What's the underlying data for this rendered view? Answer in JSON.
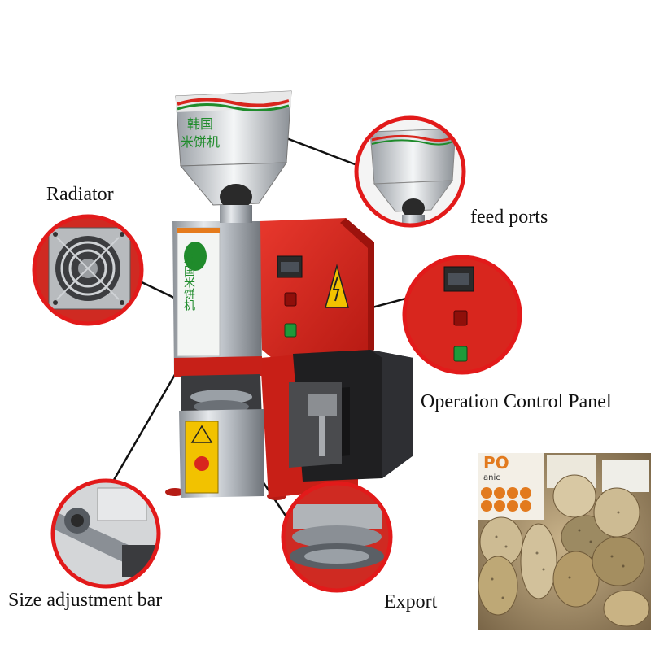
{
  "labels": {
    "radiator": "Radiator",
    "feed_ports": "feed ports",
    "operation_control_panel": "Operation Control Panel",
    "size_adjustment_bar": "Size adjustment bar",
    "export": "Export"
  },
  "machine": {
    "hopper_text_line1": "韩国",
    "hopper_text_line2": "米饼机",
    "body_text": "韩国米饼机"
  },
  "photo": {
    "packaging_text": "PO",
    "packaging_subtext": "anic"
  },
  "colors": {
    "machine_red": "#d8261e",
    "callout_red": "#e21a1a",
    "steel": "#c9cdd2",
    "dark": "#2a2a2a",
    "warning_yellow": "#f2c200"
  }
}
